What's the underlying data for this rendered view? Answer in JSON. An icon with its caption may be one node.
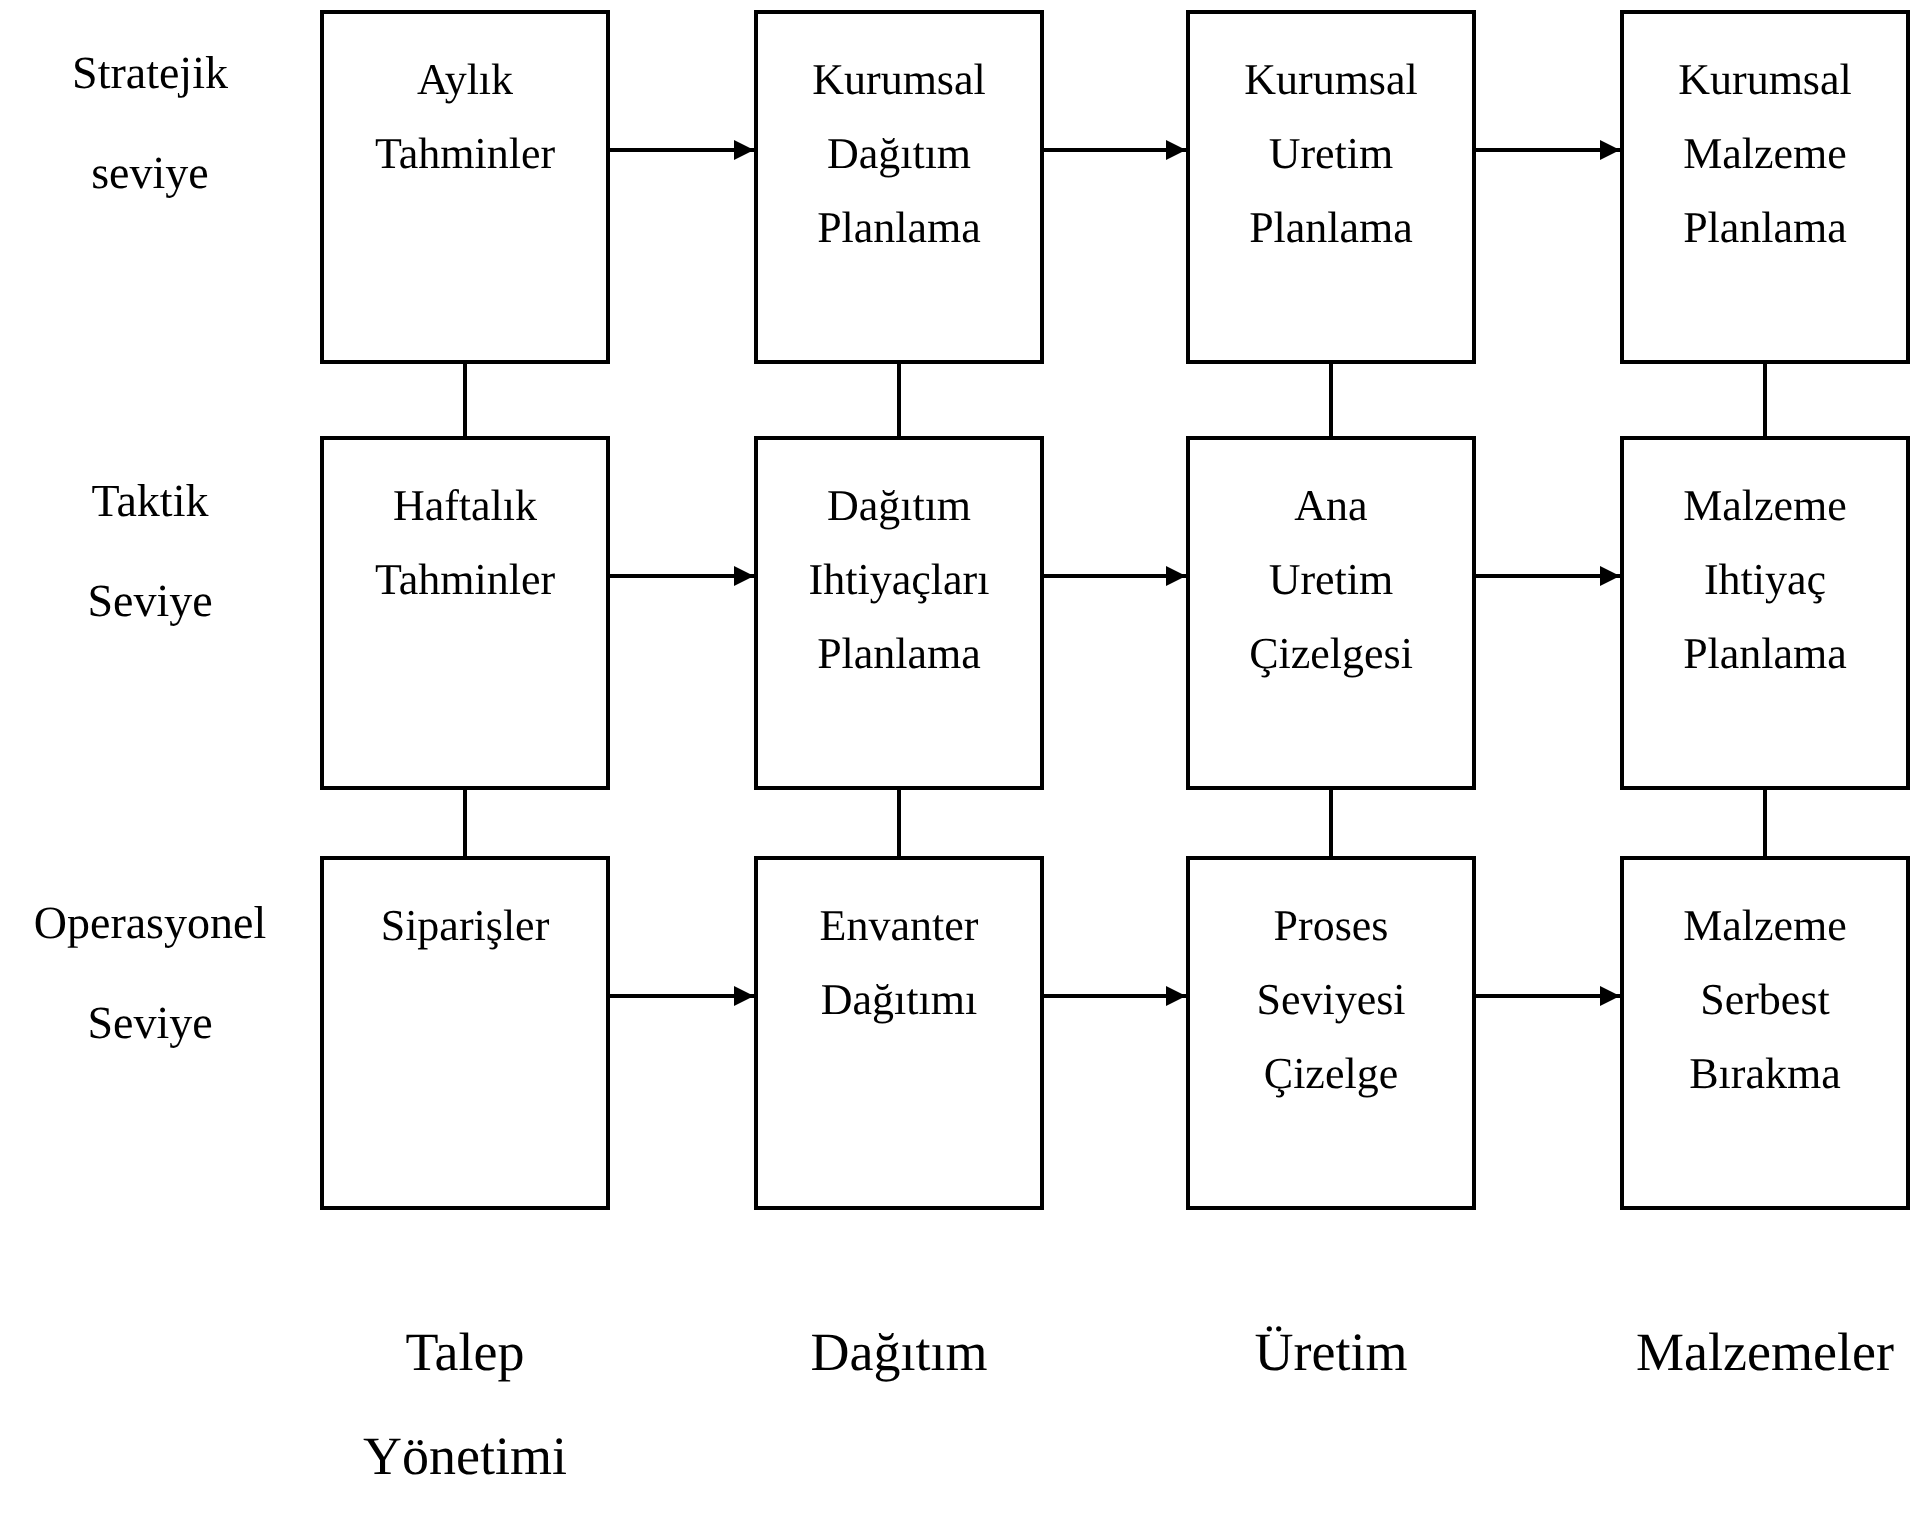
{
  "diagram": {
    "nodes": [
      {
        "text": [
          "Aylık Tahminler"
        ]
      },
      {
        "text": [
          "Kurumsal Dağıtım Planlama"
        ]
      },
      {
        "text": [
          "Kurumsal Uretim Planlama"
        ]
      },
      {
        "text": [
          "Kurumsal Malzeme Planlama"
        ]
      },
      {
        "text": [
          "Haftalık Tahminler"
        ]
      },
      {
        "text": [
          "Dağıtım Ihtiyaçları Planlama"
        ]
      },
      {
        "text": [
          "Ana Uretim Çizelgesi"
        ]
      },
      {
        "text": [
          "Malzeme Ihtiyaç Planlama"
        ]
      },
      {
        "text": [
          "Siparişler"
        ]
      },
      {
        "text": [
          "Envanter Dağıtımı"
        ]
      },
      {
        "text": [
          "Proses Seviyesi Çizelge"
        ]
      },
      {
        "text": [
          "Malzeme Serbest Bırakma"
        ]
      }
    ],
    "edges": [
      {
        "from": 0,
        "to": 1,
        "arrow": "to"
      },
      {
        "from": 1,
        "to": 2,
        "arrow": "to"
      },
      {
        "from": 2,
        "to": 3,
        "arrow": "to"
      },
      {
        "from": 0,
        "to": 4,
        "arrow": "none"
      },
      {
        "from": 1,
        "to": 5,
        "arrow": "none"
      },
      {
        "from": 2,
        "to": 6,
        "arrow": "none"
      },
      {
        "from": 3,
        "to": 7,
        "arrow": "none"
      },
      {
        "from": 4,
        "to": 5,
        "arrow": "to"
      },
      {
        "from": 5,
        "to": 6,
        "arrow": "to"
      },
      {
        "from": 6,
        "to": 7,
        "arrow": "to"
      },
      {
        "from": 4,
        "to": 8,
        "arrow": "none"
      },
      {
        "from": 5,
        "to": 9,
        "arrow": "none"
      },
      {
        "from": 6,
        "to": 10,
        "arrow": "none"
      },
      {
        "from": 7,
        "to": 11,
        "arrow": "none"
      },
      {
        "from": 8,
        "to": 9,
        "arrow": "to"
      },
      {
        "from": 9,
        "to": 10,
        "arrow": "to"
      },
      {
        "from": 10,
        "to": 11,
        "arrow": "to"
      }
    ],
    "labels": [
      "Stratejik seviye",
      "Taktik Seviye",
      "Operasyonel Seviye",
      "Talep Yönetimi",
      "Dağıtım",
      "Üretim",
      "Malzemeler"
    ]
  }
}
